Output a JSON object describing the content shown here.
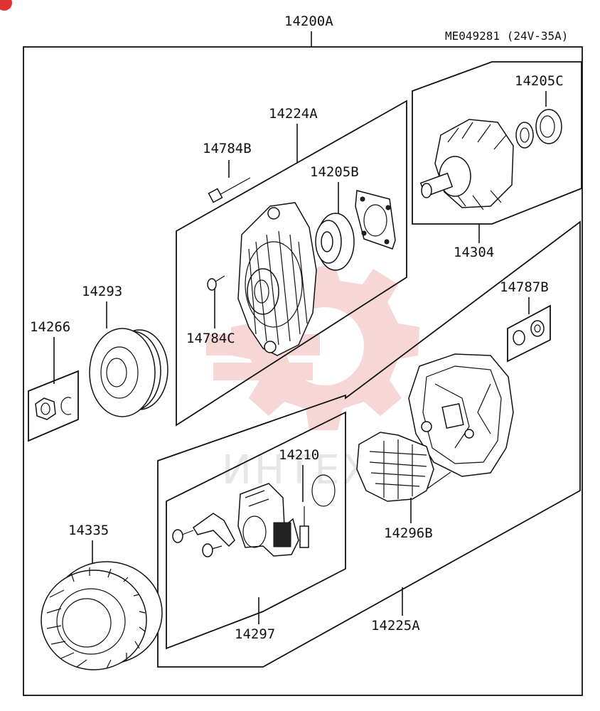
{
  "diagram": {
    "code": "ME049281 (24V-35A)",
    "watermark": "ИНТЕХ",
    "labels": {
      "assembly": "14200A",
      "front_bracket": "14224A",
      "bolt_long": "14784B",
      "bearing_front": "14205B",
      "bolt_short": "14784C",
      "bearing_rear": "14205C",
      "rotor": "14304",
      "pulley": "14293",
      "nut_washer": "14266",
      "rear_bracket_kit": "14787B",
      "brush_holder": "14210",
      "rectifier": "14296B",
      "stator": "14335",
      "regulator_kit": "14297",
      "rear_assy": "14225A"
    },
    "colors": {
      "line": "#111111",
      "watermark_gear": "#f7d6d6",
      "corner_badge": "#dd3333"
    }
  }
}
